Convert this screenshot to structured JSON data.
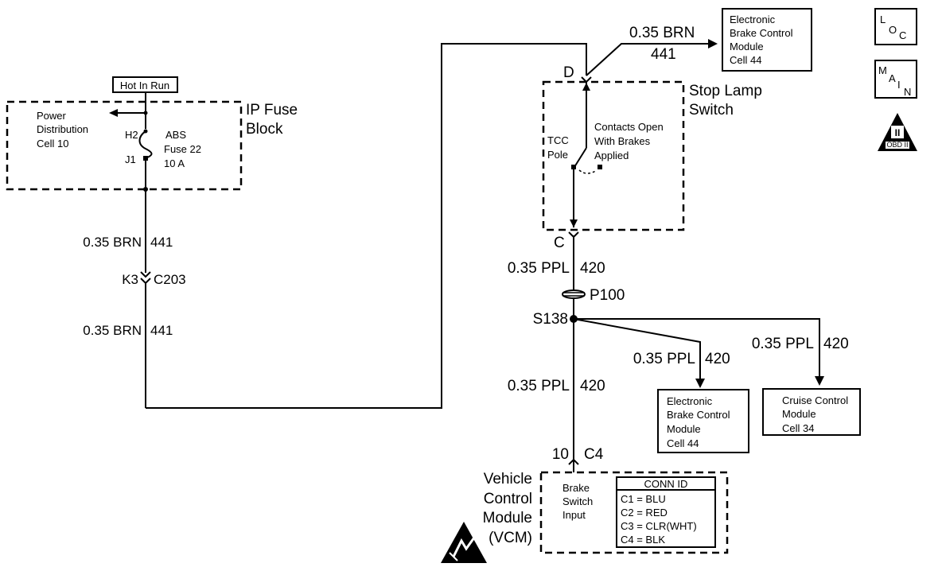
{
  "hot_in_run": "Hot In Run",
  "ip_fuse_block": {
    "line1": "IP Fuse",
    "line2": "Block"
  },
  "power_distribution": {
    "line1": "Power",
    "line2": "Distribution",
    "line3": "Cell 10"
  },
  "fuse": {
    "terminal_in": "H2",
    "terminal_out": "J1",
    "line1": "ABS",
    "line2": "Fuse  22",
    "line3": "10 A"
  },
  "left_wire_top": {
    "gauge": "0.35 BRN",
    "circuit": "441"
  },
  "left_connector": {
    "pin": "K3",
    "name": "C203"
  },
  "left_wire_bottom": {
    "gauge": "0.35 BRN",
    "circuit": "441"
  },
  "top_wire": {
    "gauge": "0.35 BRN",
    "circuit": "441"
  },
  "ebcm_top": {
    "line1": "Electronic",
    "line2": "Brake Control",
    "line3": "Module",
    "line4": "Cell 44"
  },
  "stop_lamp_switch": {
    "line1": "Stop Lamp",
    "line2": "Switch",
    "pin_top": "D",
    "pin_bottom": "C"
  },
  "tcc_pole": {
    "line1": "TCC",
    "line2": "Pole"
  },
  "contacts": {
    "line1": "Contacts Open",
    "line2": "With Brakes",
    "line3": "Applied"
  },
  "wire_420_top": {
    "gauge": "0.35 PPL",
    "circuit": "420"
  },
  "pass_through": "P100",
  "splice": "S138",
  "wire_420_mid": {
    "gauge": "0.35 PPL",
    "circuit": "420"
  },
  "wire_420_cruise": {
    "gauge": "0.35 PPL",
    "circuit": "420"
  },
  "wire_420_vcm": {
    "gauge": "0.35 PPL",
    "circuit": "420"
  },
  "ebcm_bottom": {
    "line1": "Electronic",
    "line2": "Brake Control",
    "line3": "Module",
    "line4": "Cell 44"
  },
  "cruise": {
    "line1": "Cruise Control",
    "line2": "Module",
    "line3": "Cell 34"
  },
  "vcm_connector": {
    "pin": "10",
    "name": "C4"
  },
  "vcm": {
    "line1": "Vehicle",
    "line2": "Control",
    "line3": "Module",
    "line4": "(VCM)"
  },
  "brake_input": {
    "line1": "Brake",
    "line2": "Switch",
    "line3": "Input"
  },
  "conn_id": {
    "title": "CONN ID",
    "rows": [
      "C1  =  BLU",
      "C2  =  RED",
      "C3  =  CLR(WHT)",
      "C4  =  BLK"
    ]
  },
  "loc_icon": {
    "l": "L",
    "o": "O",
    "c": "C"
  },
  "main_icon": {
    "m": "M",
    "a": "A",
    "i": "I",
    "n": "N"
  },
  "obd_icon": {
    "numeral": "II",
    "label": "OBD II"
  }
}
